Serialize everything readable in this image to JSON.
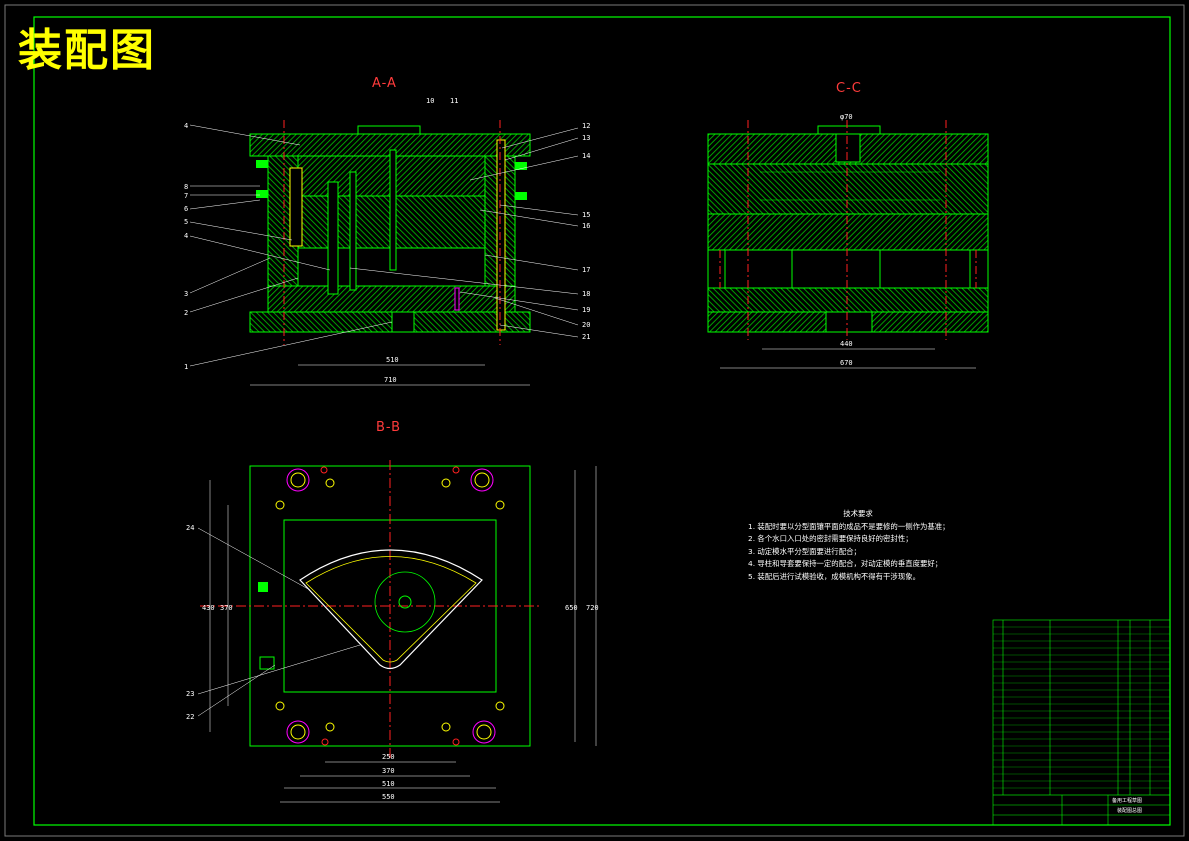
{
  "drawing": {
    "title": "装配图",
    "views": {
      "aa": "A-A",
      "cc": "C-C",
      "bb": "B-B"
    },
    "aa_callouts_left": [
      "4",
      "8",
      "7",
      "6",
      "5",
      "4",
      "3",
      "2",
      "1"
    ],
    "aa_callouts_top": [
      "10",
      "11"
    ],
    "aa_callouts_right": [
      "12",
      "13",
      "14",
      "15",
      "16",
      "17",
      "18",
      "19",
      "20",
      "21"
    ],
    "aa_dims": {
      "inner": "510",
      "outer": "710"
    },
    "cc_dims": {
      "inner": "440",
      "outer": "670",
      "top": "φ70"
    },
    "bb_callouts": [
      "24",
      "23",
      "22"
    ],
    "bb_dims": {
      "bottom": [
        "250",
        "370",
        "510",
        "550"
      ],
      "left": [
        "430",
        "370"
      ],
      "right": [
        "650",
        "720"
      ]
    },
    "tech_requirements": {
      "heading": "技术要求",
      "items": [
        "1. 装配时要以分型面镶平面的成品不是要修的一侧作为基准；",
        "2. 各个水口入口处的密封需要保持良好的密封性；",
        "3. 动定模水平分型面要进行配合；",
        "4. 导柱和导套要保持一定的配合，对动定模的垂直度要好；",
        "5. 装配后进行试模验收，成模机构不得有干涉现象。"
      ]
    },
    "title_block": {
      "name": "备用工程草图",
      "sheet": "装配图总图"
    }
  },
  "colors": {
    "border": "#00ff00",
    "hatch": "#00d000",
    "title": "#ffff00",
    "centerline": "#ff2020",
    "part_yellow": "#ffff00",
    "part_magenta": "#ff00ff",
    "text": "#ffffff"
  }
}
